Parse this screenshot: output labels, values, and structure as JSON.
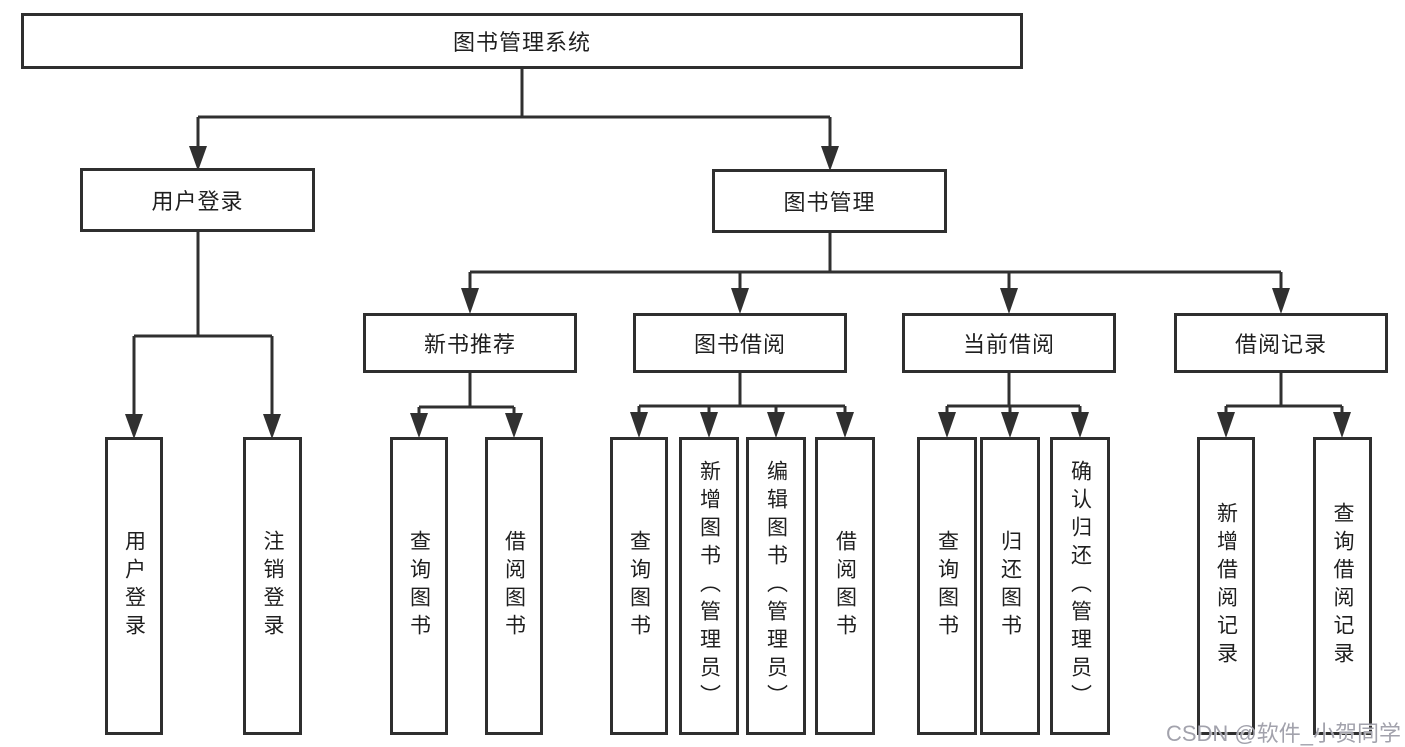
{
  "diagram": {
    "title": "图书管理系统",
    "watermark": "CSDN @软件_小贺同学",
    "colors": {
      "line": "#303030",
      "box_border": "#2f2f2f",
      "box_bg": "#ffffff",
      "text": "#1f1f1f",
      "watermark": "#a2a2ac"
    },
    "nodes": {
      "root": {
        "label": "图书管理系统"
      },
      "user_login": {
        "label": "用户登录"
      },
      "book_mgmt": {
        "label": "图书管理"
      },
      "new_book_rec": {
        "label": "新书推荐"
      },
      "book_borrow": {
        "label": "图书借阅"
      },
      "current_borrow": {
        "label": "当前借阅"
      },
      "borrow_records": {
        "label": "借阅记录"
      },
      "leaf_user_login": {
        "label": "用户登录"
      },
      "leaf_logout": {
        "label": "注销登录"
      },
      "leaf_query_book_1": {
        "label": "查询图书"
      },
      "leaf_borrow_book_1": {
        "label": "借阅图书"
      },
      "leaf_query_book_2": {
        "label": "查询图书"
      },
      "leaf_add_book": {
        "label": "新增图书（管理员）"
      },
      "leaf_edit_book": {
        "label": "编辑图书（管理员）"
      },
      "leaf_borrow_book_2": {
        "label": "借阅图书"
      },
      "leaf_query_book_3": {
        "label": "查询图书"
      },
      "leaf_return_book": {
        "label": "归还图书"
      },
      "leaf_confirm_return": {
        "label": "确认归还（管理员）"
      },
      "leaf_add_record": {
        "label": "新增借阅记录"
      },
      "leaf_query_record": {
        "label": "查询借阅记录"
      }
    }
  }
}
